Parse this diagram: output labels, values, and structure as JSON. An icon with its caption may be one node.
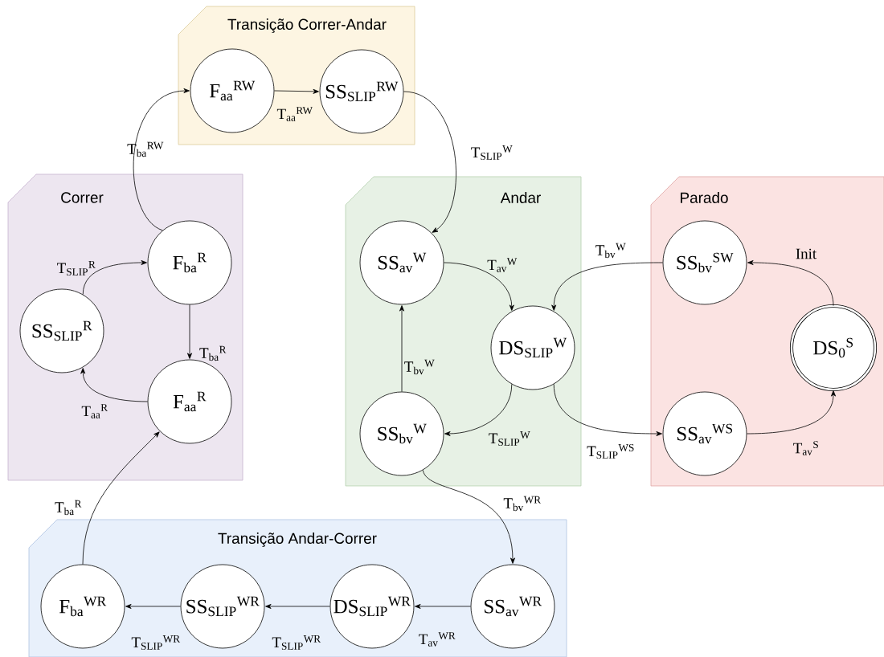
{
  "diagram": {
    "nodes": [
      {
        "text": [
          "Transição Correr-Andar"
        ]
      },
      {
        "text": [
          "F$_{aa}$$^{RW}$"
        ],
        "in": 0
      },
      {
        "text": [
          "SS$_{SLIP}$$^{RW}$"
        ],
        "in": 0
      },
      {
        "text": [
          "Correr"
        ]
      },
      {
        "text": [
          "F$_{ba}$$^{R}$"
        ],
        "in": 3
      },
      {
        "text": [
          "SS$_{SLIP}$$^{R}$"
        ],
        "in": 3
      },
      {
        "text": [
          "F$_{aa}$$^{R}$"
        ],
        "in": 3
      },
      {
        "text": [
          "Andar"
        ]
      },
      {
        "text": [
          "SS$_{av}$$^{W}$"
        ],
        "in": 7
      },
      {
        "text": [
          "DS$_{SLIP}$$^{W}$"
        ],
        "in": 7
      },
      {
        "text": [
          "SS$_{bv}$$^{W}$"
        ],
        "in": 7
      },
      {
        "text": [
          "Parado"
        ]
      },
      {
        "text": [
          "SS$_{bv}$$^{SW}$"
        ],
        "in": 11
      },
      {
        "text": [
          "DS$_{0}$$^{S}$"
        ],
        "in": 11
      },
      {
        "text": [
          "SS$_{av}$$^{WS}$"
        ],
        "in": 11
      },
      {
        "text": [
          "Transição Andar-Correr"
        ]
      },
      {
        "text": [
          "F$_{ba}$$^{WR}$"
        ],
        "in": 15
      },
      {
        "text": [
          "SS$_{SLIP}$$^{WR}$"
        ],
        "in": 15
      },
      {
        "text": [
          "DS$_{SLIP}$$^{WR}$"
        ],
        "in": 15
      },
      {
        "text": [
          "SS$_{av}$$^{WR}$"
        ],
        "in": 15
      }
    ],
    "edges": [
      {
        "from": 1,
        "to": 2,
        "arrow": "to",
        "label": "T$_{aa}$$^{RW}$"
      },
      {
        "from": 4,
        "to": 1,
        "arrow": "to",
        "label": "T$_{ba}$$^{RW}$"
      },
      {
        "from": 2,
        "to": 8,
        "arrow": "to",
        "label": "T$_{SLIP}$$^{W}$"
      },
      {
        "from": 5,
        "to": 4,
        "arrow": "to",
        "label": "T$_{SLIP}$$^{R}$"
      },
      {
        "from": 4,
        "to": 6,
        "arrow": "to",
        "label": "T$_{ba}$$^{R}$"
      },
      {
        "from": 6,
        "to": 5,
        "arrow": "to",
        "label": "T$_{aa}$$^{R}$"
      },
      {
        "from": 8,
        "to": 9,
        "arrow": "to",
        "label": "T$_{av}$$^{W}$"
      },
      {
        "from": 10,
        "to": 8,
        "arrow": "to",
        "label": "T$_{bv}$$^{W}$"
      },
      {
        "from": 9,
        "to": 10,
        "arrow": "to",
        "label": "T$_{SLIP}$$^{W}$"
      },
      {
        "from": 12,
        "to": 9,
        "arrow": "to",
        "label": "T$_{bv}$$^{W}$"
      },
      {
        "from": 9,
        "to": 14,
        "arrow": "to",
        "label": "T$_{SLIP}$$^{WS}$"
      },
      {
        "from": 13,
        "to": 12,
        "arrow": "to",
        "label": "Init"
      },
      {
        "from": 14,
        "to": 13,
        "arrow": "to",
        "label": "T$_{av}$$^{S}$"
      },
      {
        "from": 10,
        "to": 19,
        "arrow": "to",
        "label": "T$_{bv}$$^{WR}$"
      },
      {
        "from": 19,
        "to": 18,
        "arrow": "to",
        "label": "T$_{av}$$^{WR}$"
      },
      {
        "from": 18,
        "to": 17,
        "arrow": "to",
        "label": "T$_{SLIP}$$^{WR}$"
      },
      {
        "from": 17,
        "to": 16,
        "arrow": "to",
        "label": "T$_{SLIP}$$^{WR}$"
      },
      {
        "from": 16,
        "to": 6,
        "arrow": "to",
        "label": "T$_{ba}$$^{R}$"
      }
    ]
  }
}
